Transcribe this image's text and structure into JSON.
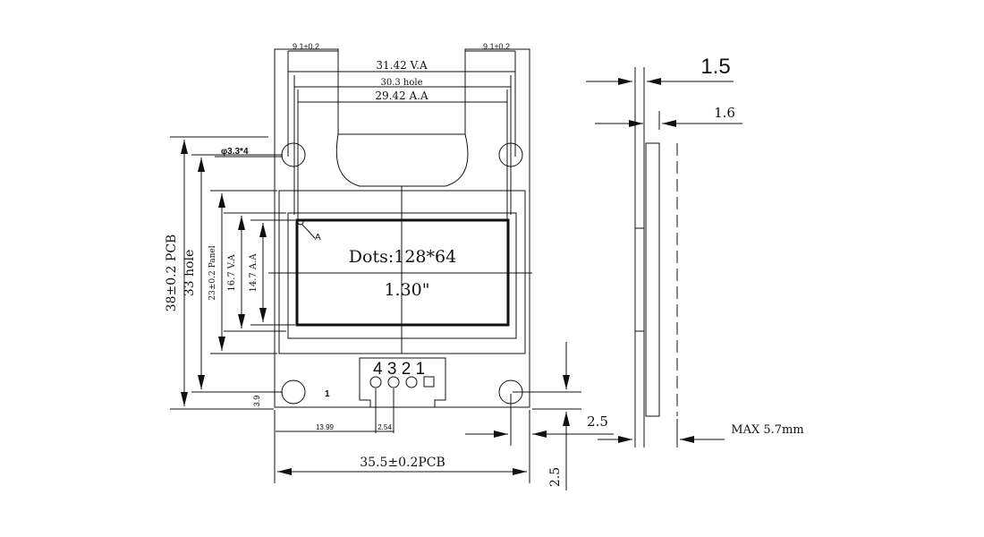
{
  "labels": {
    "top_left_tol": "9.1±0.2",
    "top_right_tol": "9.1±0.2",
    "va_width": "31.42 V.A",
    "hole_width": "30.3  hole",
    "aa_width": "29.42 A.A",
    "hole_diameter": "φ3.3*4",
    "pcb_height": "38±0.2 PCB",
    "hole_height": "33 hole",
    "panel_height": "23±0.2 Panel",
    "va_height": "16.7 V.A",
    "aa_height": "14.7 A.A",
    "point_a": "A",
    "dots": "Dots:128*64",
    "size": "1.30\"",
    "pins": "4 3 2 1",
    "pin_one": "1",
    "dim_3_9": "3.9",
    "dim_13_99": "13.99",
    "dim_2_54": "2.54",
    "pcb_width": "35.5±0.2PCB",
    "dim_2_5_right": "2.5",
    "dim_2_5_bottom": "2.5",
    "side_1_5": "1.5",
    "side_1_6": "1.6",
    "side_max": "MAX 5.7mm"
  }
}
